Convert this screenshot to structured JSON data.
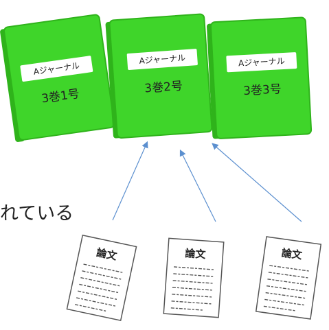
{
  "journals": [
    {
      "title": "Aジャーナル",
      "issue": "3巻1号"
    },
    {
      "title": "Aジャーナル",
      "issue": "3巻2号"
    },
    {
      "title": "Aジャーナル",
      "issue": "3巻3号"
    }
  ],
  "caption": "れている",
  "papers": [
    {
      "heading": "論文"
    },
    {
      "heading": "論文"
    },
    {
      "heading": "論文"
    }
  ],
  "colors": {
    "journal_cover": "#3fd52a",
    "journal_spine": "#2fb31b",
    "journal_edge": "#1f8e12",
    "label_bg": "#ffffff",
    "arrow": "#5b8fcf",
    "paper_bg": "#ffffff",
    "paper_line": "#555555"
  }
}
